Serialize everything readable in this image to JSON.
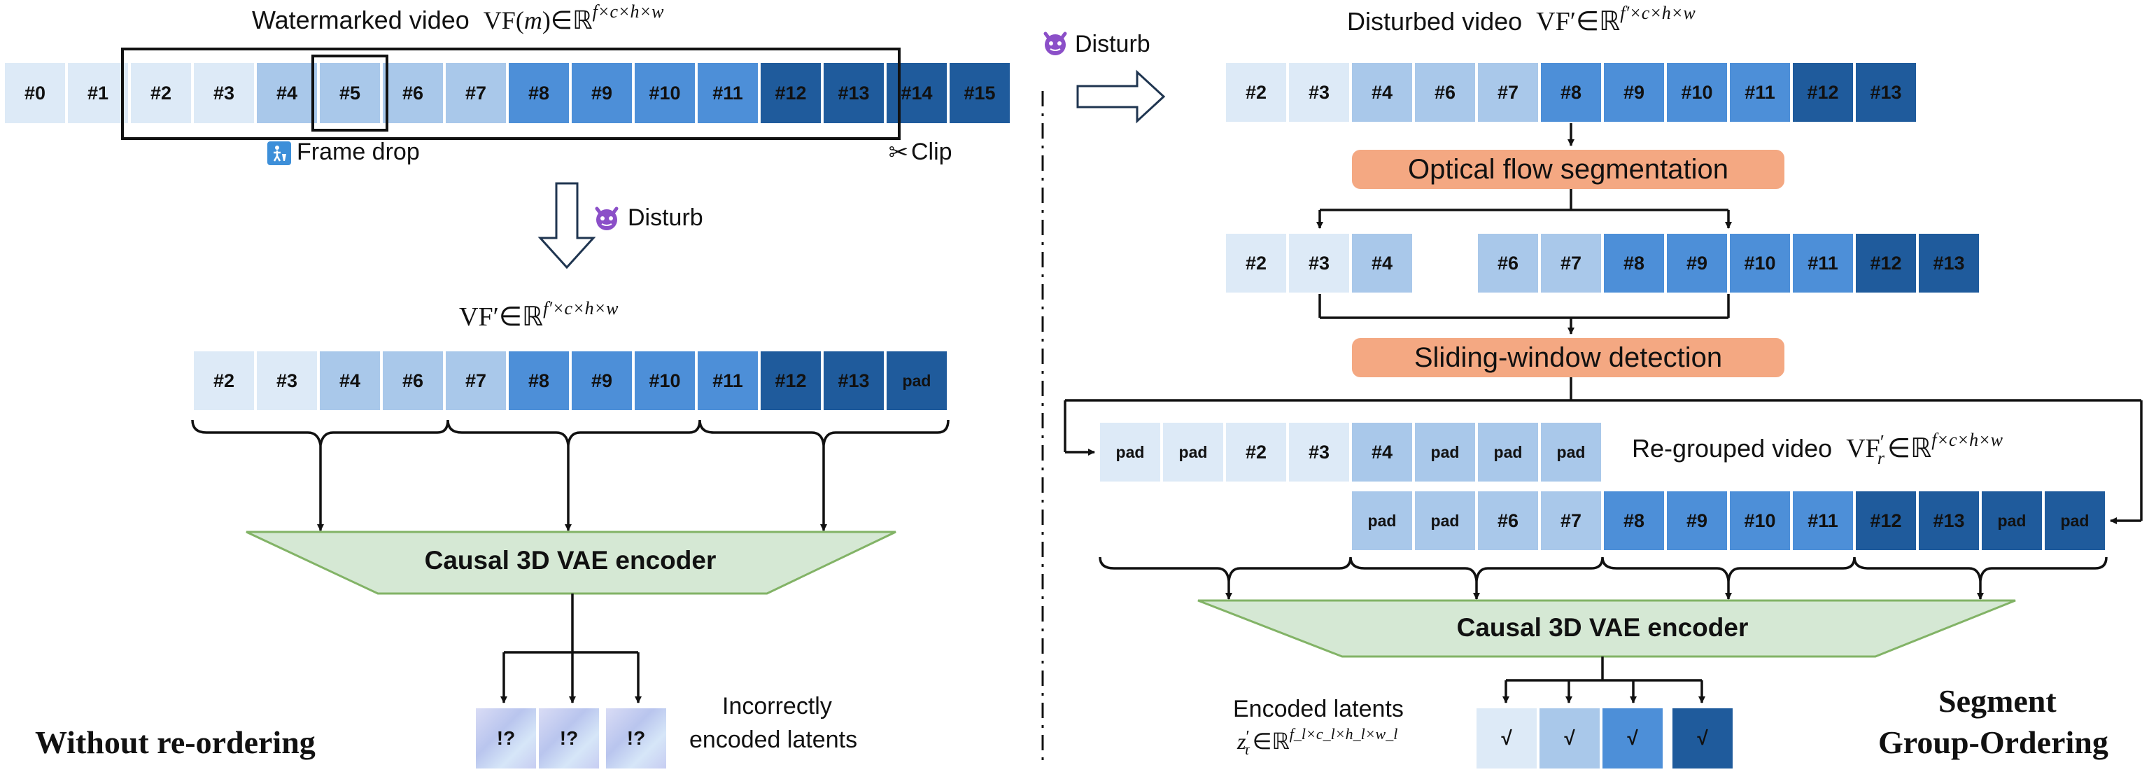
{
  "left": {
    "top_title": {
      "prefix": "Watermarked video",
      "formula_main": "VF(",
      "formula_m": "m",
      "formula_rest": ")∈ℝ",
      "formula_sup": "f×c×h×w"
    },
    "top_frames": [
      "#0",
      "#1",
      "#2",
      "#3",
      "#4",
      "#5",
      "#6",
      "#7",
      "#8",
      "#9",
      "#10",
      "#11",
      "#12",
      "#13",
      "#14",
      "#15"
    ],
    "frame_drop_label": "Frame drop",
    "clip_label": "Clip",
    "disturb_label": "Disturb",
    "mid_title": {
      "main": "VF′∈ℝ",
      "sup": "f′×c×h×w"
    },
    "mid_frames": [
      "#2",
      "#3",
      "#4",
      "#6",
      "#7",
      "#8",
      "#9",
      "#10",
      "#11",
      "#12",
      "#13",
      "pad"
    ],
    "encoder_label": "Causal 3D VAE encoder",
    "latents": [
      "!?",
      "!?",
      "!?"
    ],
    "latents_caption": [
      "Incorrectly",
      "encoded latents"
    ],
    "section_label": "Without re-ordering"
  },
  "right": {
    "disturb_label": "Disturb",
    "top_title": {
      "prefix": "Disturbed video",
      "main": "VF′∈ℝ",
      "sup": "f′×c×h×w"
    },
    "top_frames": [
      "#2",
      "#3",
      "#4",
      "#6",
      "#7",
      "#8",
      "#9",
      "#10",
      "#11",
      "#12",
      "#13"
    ],
    "optical_flow_label": "Optical flow segmentation",
    "seg_left_frames": [
      "#2",
      "#3",
      "#4"
    ],
    "seg_right_frames": [
      "#6",
      "#7",
      "#8",
      "#9",
      "#10",
      "#11",
      "#12",
      "#13"
    ],
    "sliding_label": "Sliding-window detection",
    "regroup_row1": [
      "pad",
      "pad",
      "#2",
      "#3",
      "#4",
      "pad",
      "pad",
      "pad"
    ],
    "regroup_row2": [
      "pad",
      "pad",
      "#6",
      "#7",
      "#8",
      "#9",
      "#10",
      "#11",
      "#12",
      "#13",
      "pad",
      "pad"
    ],
    "regroup_title": {
      "prefix": "Re-grouped video",
      "main": "VF",
      "sub": "r",
      "prime": "′",
      "rest": "∈ℝ",
      "sup": "f×c×h×w"
    },
    "encoder_label": "Causal 3D VAE encoder",
    "encoded_caption": "Encoded latents",
    "encoded_formula": {
      "main": "z",
      "sub": "τ",
      "prime": "′",
      "rest": "∈ℝ",
      "sup": "f_l×c_l×h_l×w_l"
    },
    "latents": [
      "√",
      "√",
      "√",
      "√"
    ],
    "section_label_1": "Segment",
    "section_label_2": "Group-Ordering"
  },
  "colors": {
    "shade1": "#ddeaf7",
    "shade2": "#a9c8ea",
    "shade3": "#4d8fd8",
    "shade4": "#1f5b9c",
    "encoder_fill": "#d5e8d4",
    "encoder_stroke": "#82b366",
    "orange_box": "#f4a882",
    "devil": "#8b4fc8"
  },
  "icons": [
    "devil-emoji-icon",
    "frame-drop-icon",
    "scissors-icon",
    "hollow-arrow-down-icon",
    "hollow-arrow-right-icon"
  ]
}
